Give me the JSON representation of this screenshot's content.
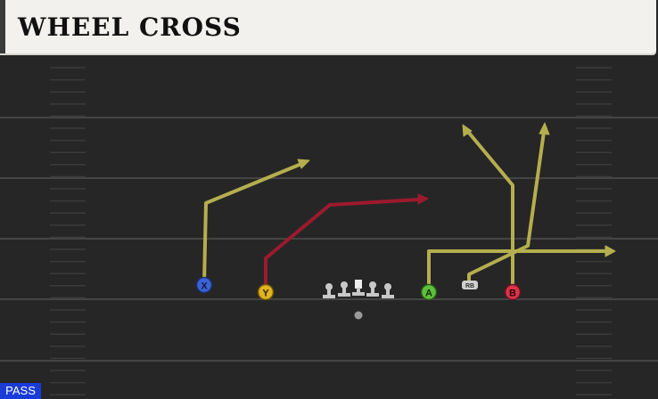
{
  "title": "WHEEL CROSS",
  "badge": "PASS",
  "colors": {
    "background": "#262626",
    "route_yellow": "#b5ae4f",
    "route_red": "#9c1a2e",
    "yard_line": "#454545",
    "player_x": "#3b62d6",
    "player_y": "#e0b420",
    "player_a": "#5fbf3a",
    "player_b": "#d9344a",
    "lineman": "#c8c8c8"
  },
  "players": [
    {
      "id": "x",
      "label": "X",
      "color": "#3b62d6",
      "icon": "x-button-icon"
    },
    {
      "id": "y",
      "label": "Y",
      "color": "#e0b420",
      "icon": "y-button-icon"
    },
    {
      "id": "a",
      "label": "A",
      "color": "#5fbf3a",
      "icon": "a-button-icon"
    },
    {
      "id": "b",
      "label": "B",
      "color": "#d9344a",
      "icon": "b-button-icon"
    },
    {
      "id": "rb",
      "label": "RB",
      "color": "#d0d0d0",
      "icon": "rb-button-icon"
    }
  ],
  "routes": [
    {
      "player": "x",
      "color": "route_yellow"
    },
    {
      "player": "y",
      "color": "route_red"
    },
    {
      "player": "a",
      "color": "route_yellow"
    },
    {
      "player": "b",
      "color": "route_yellow"
    },
    {
      "player": "rb",
      "color": "route_yellow"
    }
  ]
}
